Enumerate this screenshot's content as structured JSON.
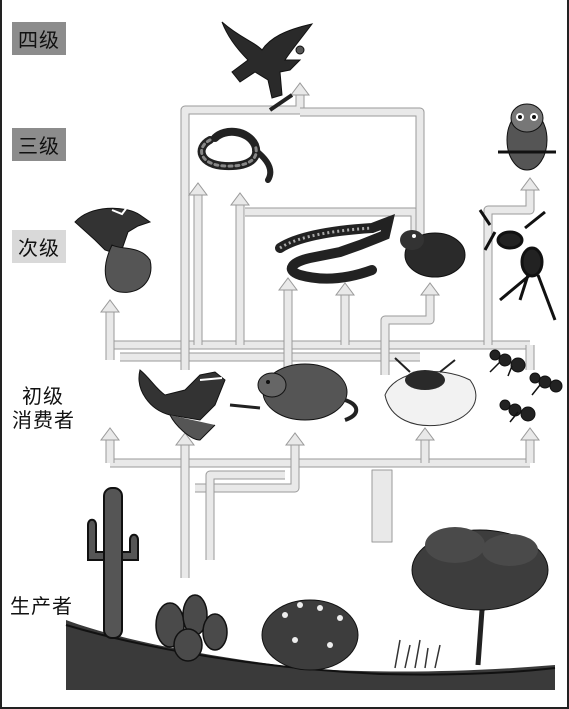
{
  "levels": {
    "quaternary": "四级",
    "tertiary": "三级",
    "secondary": "次级",
    "primary_line1": "初级",
    "primary_line2": "消费者",
    "producer": "生产者"
  },
  "colors": {
    "arrow_fill": "#e9e9e9",
    "arrow_stroke": "#9a9a9a",
    "label_bg_dark": "#8c8c8c",
    "label_bg_light": "#d9d9d9",
    "ink": "#222222"
  },
  "organisms": {
    "quaternary": [
      "hawk-icon"
    ],
    "tertiary": [
      "snake-icon",
      "owl-icon"
    ],
    "secondary": [
      "woodpecker-icon",
      "lizard-icon",
      "shrew-icon",
      "spider-icon"
    ],
    "primary": [
      "squirrel-icon",
      "rat-icon",
      "insect-flower-icon",
      "ants-icon"
    ],
    "producer": [
      "cactus-icon",
      "prickly-pear-icon",
      "shrub-icon",
      "grass-icon",
      "tree-icon"
    ]
  }
}
